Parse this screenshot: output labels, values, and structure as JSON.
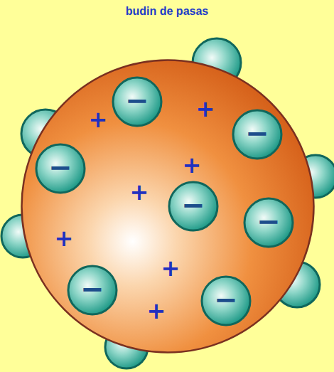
{
  "diagram": {
    "title": "budin de pasas",
    "nodes": [
      {
        "text": [
          "+",
          "+",
          "+",
          "+",
          "+",
          "+",
          "+"
        ]
      },
      {
        "text": [
          "−"
        ],
        "in": 0
      },
      {
        "text": [
          "−"
        ],
        "in": 0
      },
      {
        "text": [
          "−"
        ],
        "in": 0
      },
      {
        "text": [
          "−"
        ],
        "in": 0
      },
      {
        "text": [
          "−"
        ],
        "in": 0
      },
      {
        "text": [
          "−"
        ],
        "in": 0
      },
      {
        "text": [
          "−"
        ],
        "in": 0
      }
    ]
  }
}
